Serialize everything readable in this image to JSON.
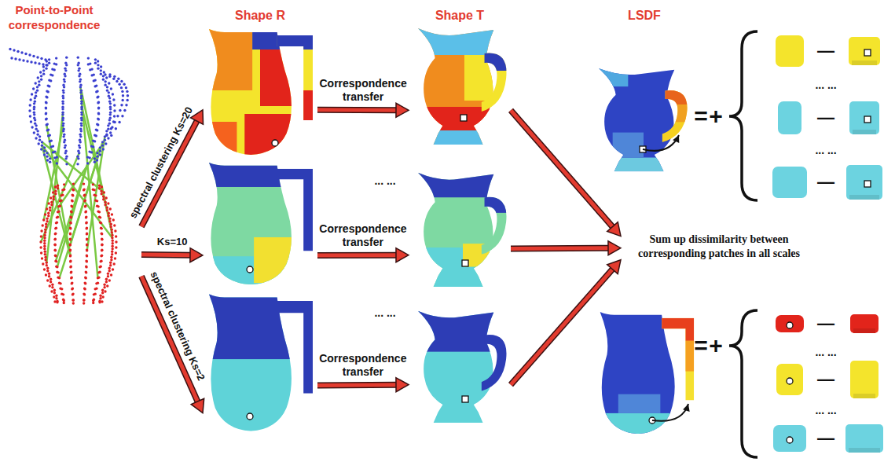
{
  "diagram": {
    "nodes": [
      {
        "text": [
          "Point-to-Point correspondence"
        ]
      },
      {
        "text": [
          "Shape R"
        ]
      },
      {
        "text": []
      },
      {
        "text": []
      },
      {
        "text": [
          "Shape T"
        ]
      },
      {
        "text": []
      },
      {
        "text": []
      },
      {
        "text": [
          "Sum up dissimilarity between corresponding patches in all scales"
        ]
      },
      {
        "text": [
          "LSDF"
        ]
      },
      {
        "text": []
      }
    ],
    "edges": [
      {
        "from": 0,
        "to": 1,
        "arrow": "to",
        "label": "spectral clustering Ks=20"
      },
      {
        "from": 0,
        "to": 2,
        "arrow": "to",
        "label": "Ks=10"
      },
      {
        "from": 0,
        "to": 3,
        "arrow": "to",
        "label": "spectral clustering Ks=2"
      },
      {
        "from": 1,
        "to": 4,
        "arrow": "to",
        "label": "Correspondence transfer"
      },
      {
        "from": 2,
        "to": 5,
        "arrow": "to",
        "label": "Correspondence transfer"
      },
      {
        "from": 3,
        "to": 6,
        "arrow": "to",
        "label": "Correspondence transfer"
      },
      {
        "from": 4,
        "to": 7,
        "arrow": "to"
      },
      {
        "from": 5,
        "to": 7,
        "arrow": "to"
      },
      {
        "from": 6,
        "to": 7,
        "arrow": "to"
      }
    ],
    "labels": [
      "... ...",
      "... ...",
      "=",
      "+",
      "—",
      "... ...",
      "—",
      "... ...",
      "—",
      "=",
      "+",
      "—",
      "... ...",
      "—",
      "... ...",
      "—"
    ]
  }
}
